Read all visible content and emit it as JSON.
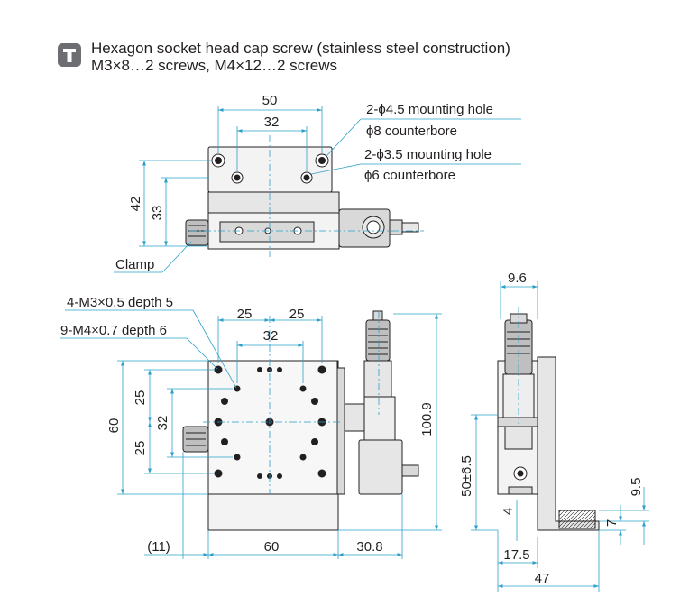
{
  "header": {
    "icon": "t-bar-icon",
    "line1": "Hexagon socket head cap screw (stainless steel construction)",
    "line2": "M3×8…2 screws, M4×12…2 screws"
  },
  "top_view": {
    "dim_outer_width": "50",
    "dim_inner_width": "32",
    "dim_outer_height": "42",
    "dim_inner_height": "33",
    "callout_hole_a_line1": "2-ϕ4.5 mounting hole",
    "callout_hole_a_line2": "ϕ8 counterbore",
    "callout_hole_b_line1": "2-ϕ3.5 mounting hole",
    "callout_hole_b_line2": "ϕ6 counterbore",
    "clamp_label": "Clamp"
  },
  "front_view": {
    "callout_m3": "4-M3×0.5 depth 5",
    "callout_m4": "9-M4×0.7 depth 6",
    "dim_top_left": "25",
    "dim_top_right": "25",
    "dim_top_inner": "32",
    "dim_height_60": "60",
    "dim_left_upper_25": "25",
    "dim_left_32": "32",
    "dim_left_lower_25": "25",
    "dim_overall_height": "100.9",
    "dim_bottom_offset": "(11)",
    "dim_bottom_width": "60",
    "dim_bottom_extension": "30.8"
  },
  "side_view": {
    "dim_top_width": "9.6",
    "dim_height_range": "50±6.5",
    "dim_small_4": "4",
    "dim_right_9_5": "9.5",
    "dim_right_7": "7",
    "dim_bottom_17_5": "17.5",
    "dim_bottom_47": "47"
  }
}
